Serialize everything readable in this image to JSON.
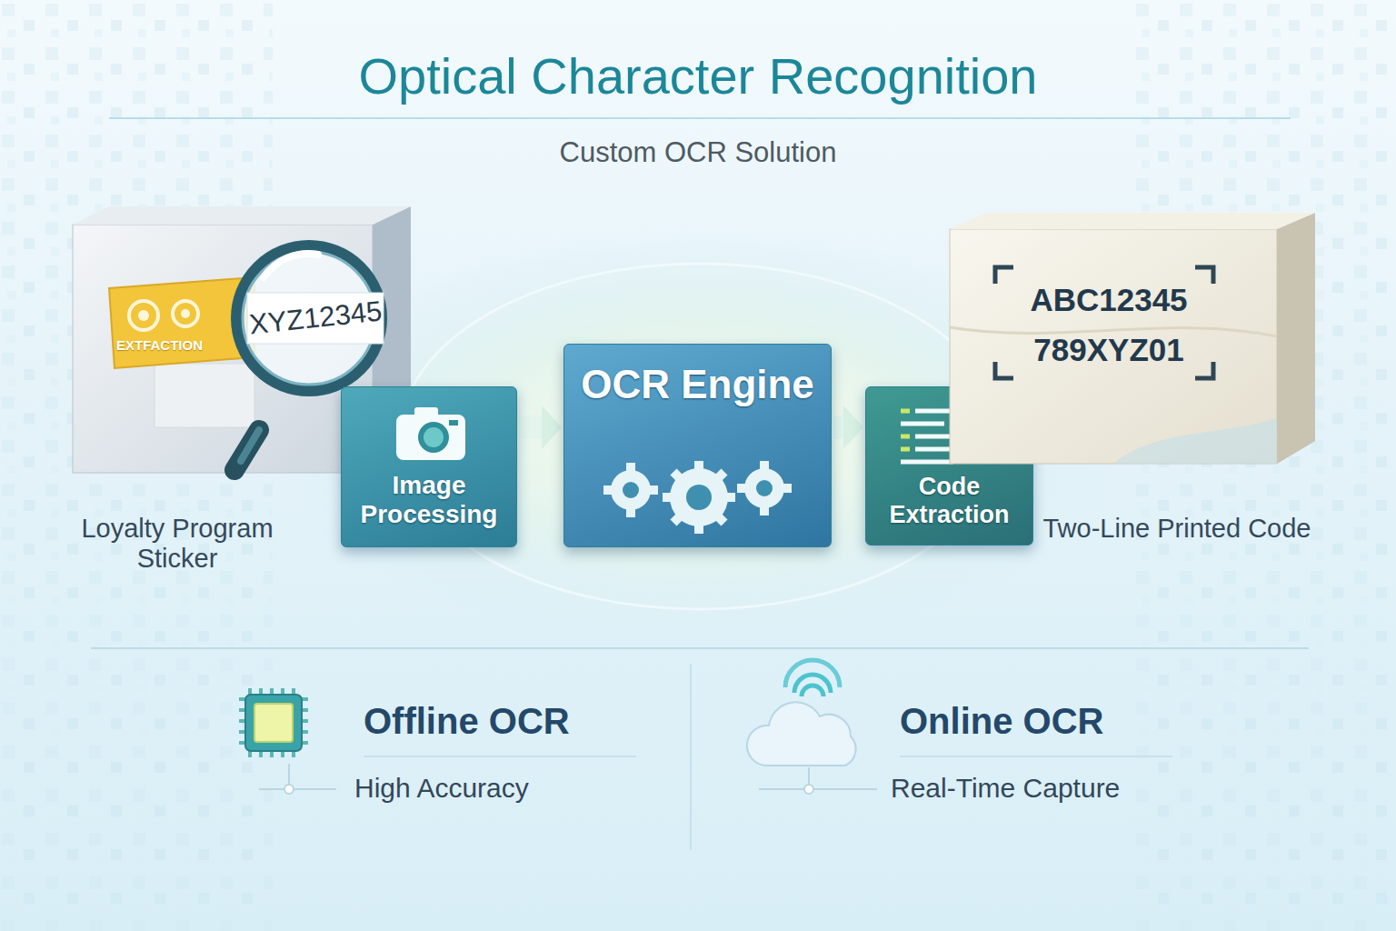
{
  "diagram": {
    "title": "Optical Character Recognition",
    "nodes": [
      {
        "text": [
          "Loyalty Program Sticker"
        ]
      },
      {
        "text": [
          "EXTFACTION"
        ],
        "in": 0
      },
      {
        "text": [
          "XYZ12345"
        ],
        "in": 0
      },
      {
        "text": [
          "Image Processing"
        ]
      },
      {
        "text": [
          "OCR Engine"
        ]
      },
      {
        "text": [
          "Code Extraction"
        ]
      },
      {
        "text": [
          "ABC12345",
          "789XYZ01",
          "Two-Line Printed Code"
        ]
      }
    ],
    "edges": [
      {
        "from": 3,
        "to": 4,
        "arrow": "to"
      },
      {
        "from": 4,
        "to": 5,
        "arrow": "to"
      }
    ],
    "labels": [
      "Custom OCR Solution",
      "Offline OCR",
      "High Accuracy",
      "Online OCR",
      "Real-Time Capture"
    ]
  }
}
